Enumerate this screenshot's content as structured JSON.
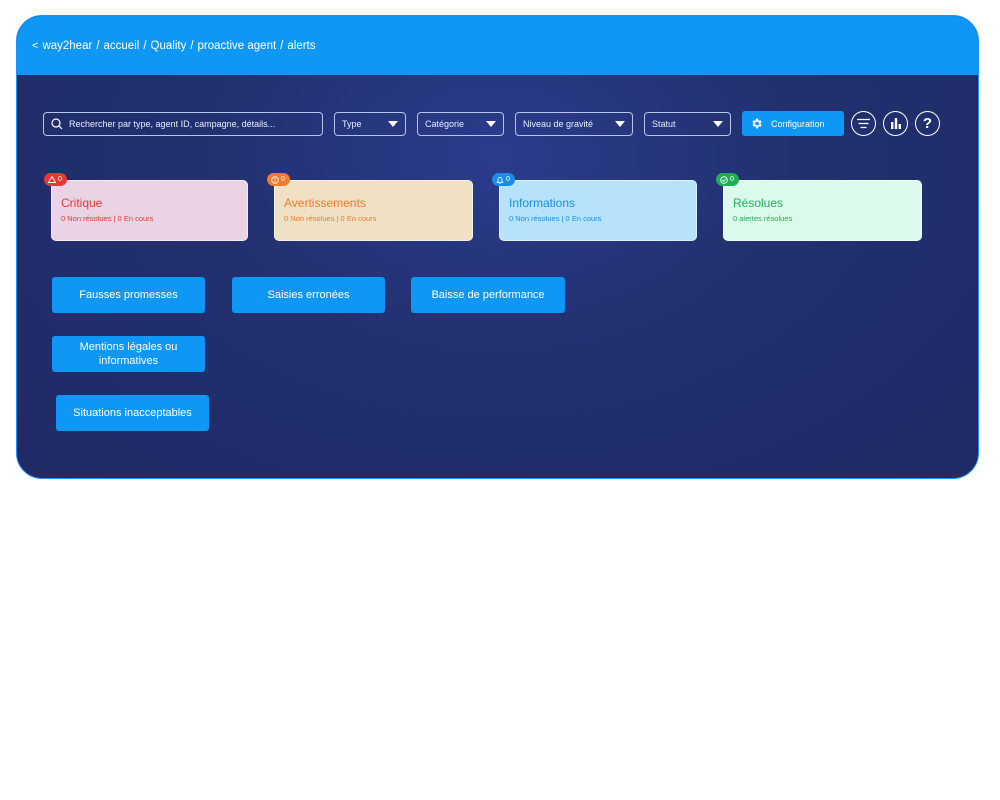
{
  "breadcrumb": {
    "back": "<",
    "items": [
      "way2hear",
      "accueil",
      "Quality",
      "proactive agent",
      "alerts"
    ],
    "separator": "/"
  },
  "filters": {
    "search_placeholder": "Rechercher par type, agent ID, campagne, détails...",
    "type": "Type",
    "category": "Catégorie",
    "severity": "Niveau de gravité",
    "status": "Statut",
    "config": "Configuration"
  },
  "cards": {
    "critical": {
      "badge": "0",
      "title": "Critique",
      "sub": "0 Non résolues | 0 En cours",
      "color": "#e53935"
    },
    "warnings": {
      "badge": "0",
      "title": "Avertissements",
      "sub": "0 Non résolues | 0 En cours",
      "color": "#f07a2e"
    },
    "info": {
      "badge": "0",
      "title": "Informations",
      "sub": "0 Non résolues | 0 En cours",
      "color": "#1a8ee6"
    },
    "resolved": {
      "badge": "0",
      "title": "Résolues",
      "sub": "0 alertes résolues",
      "color": "#1fae55"
    }
  },
  "categories": {
    "false_promises": "Fausses promesses",
    "wrong_entries": "Saisies erronées",
    "performance_drop": "Baisse de performance",
    "legal_mentions": "Mentions légales ou informatives",
    "unacceptable": "Situations inacceptables"
  },
  "colors": {
    "accent": "#0f97f5",
    "panel_bg": "#22306f"
  }
}
